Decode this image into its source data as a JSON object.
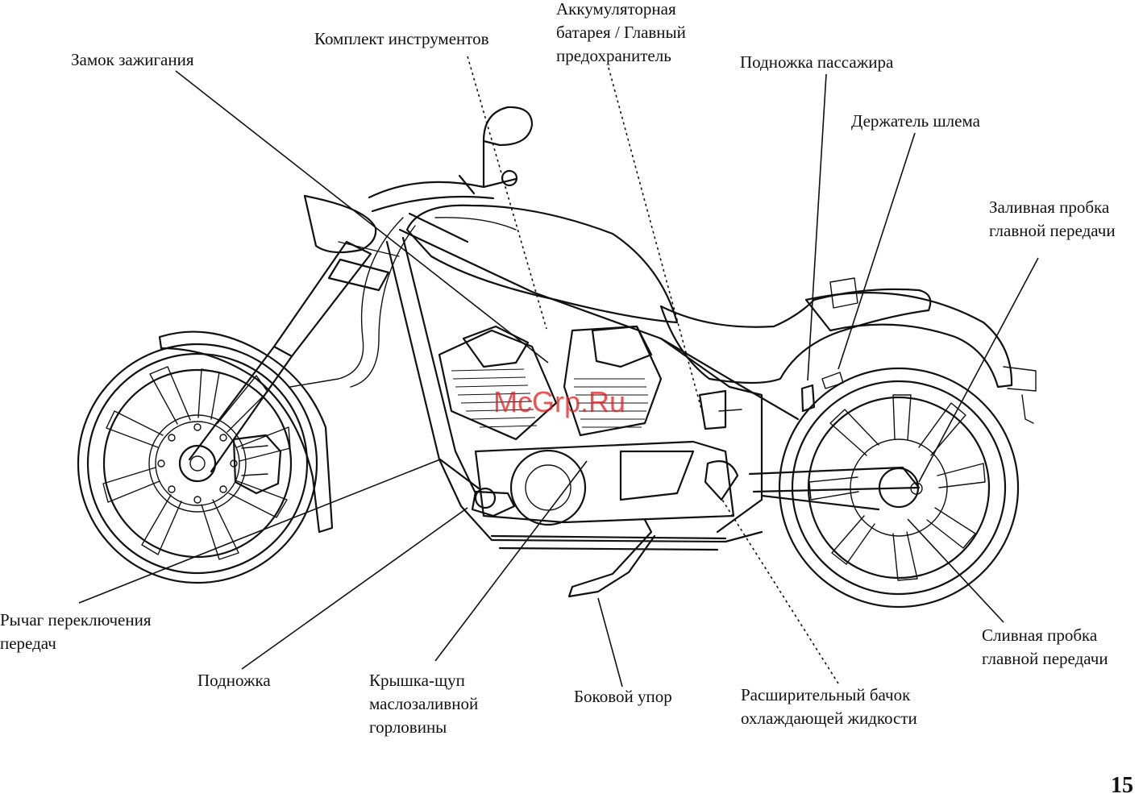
{
  "labels": {
    "ignition": [
      "Замок зажигания"
    ],
    "instruments": [
      "Комплект инструментов"
    ],
    "battery": [
      "Аккумуляторная",
      "батарея / Главный",
      "предохранитель"
    ],
    "passenger_footpeg": [
      "Подножка пассажира"
    ],
    "helmet_holder": [
      "Держатель шлема"
    ],
    "final_drive_fill": [
      "Заливная пробка",
      "главной передачи"
    ],
    "gearshift": [
      "Рычаг переключения",
      "передач"
    ],
    "footpeg": [
      "Подножка"
    ],
    "oil_dipstick": [
      "Крышка-щуп",
      "маслозаливной",
      "горловины"
    ],
    "side_stand": [
      "Боковой упор"
    ],
    "coolant_reservoir": [
      "Расширительный бачок",
      "охлаждающей жидкости"
    ],
    "final_drive_drain": [
      "Сливная пробка",
      "главной передачи"
    ]
  },
  "page_number": "15",
  "watermark": "McGrp.Ru",
  "colors": {
    "line": "#111111",
    "watermark": "#e31c1c",
    "background": "#ffffff"
  }
}
